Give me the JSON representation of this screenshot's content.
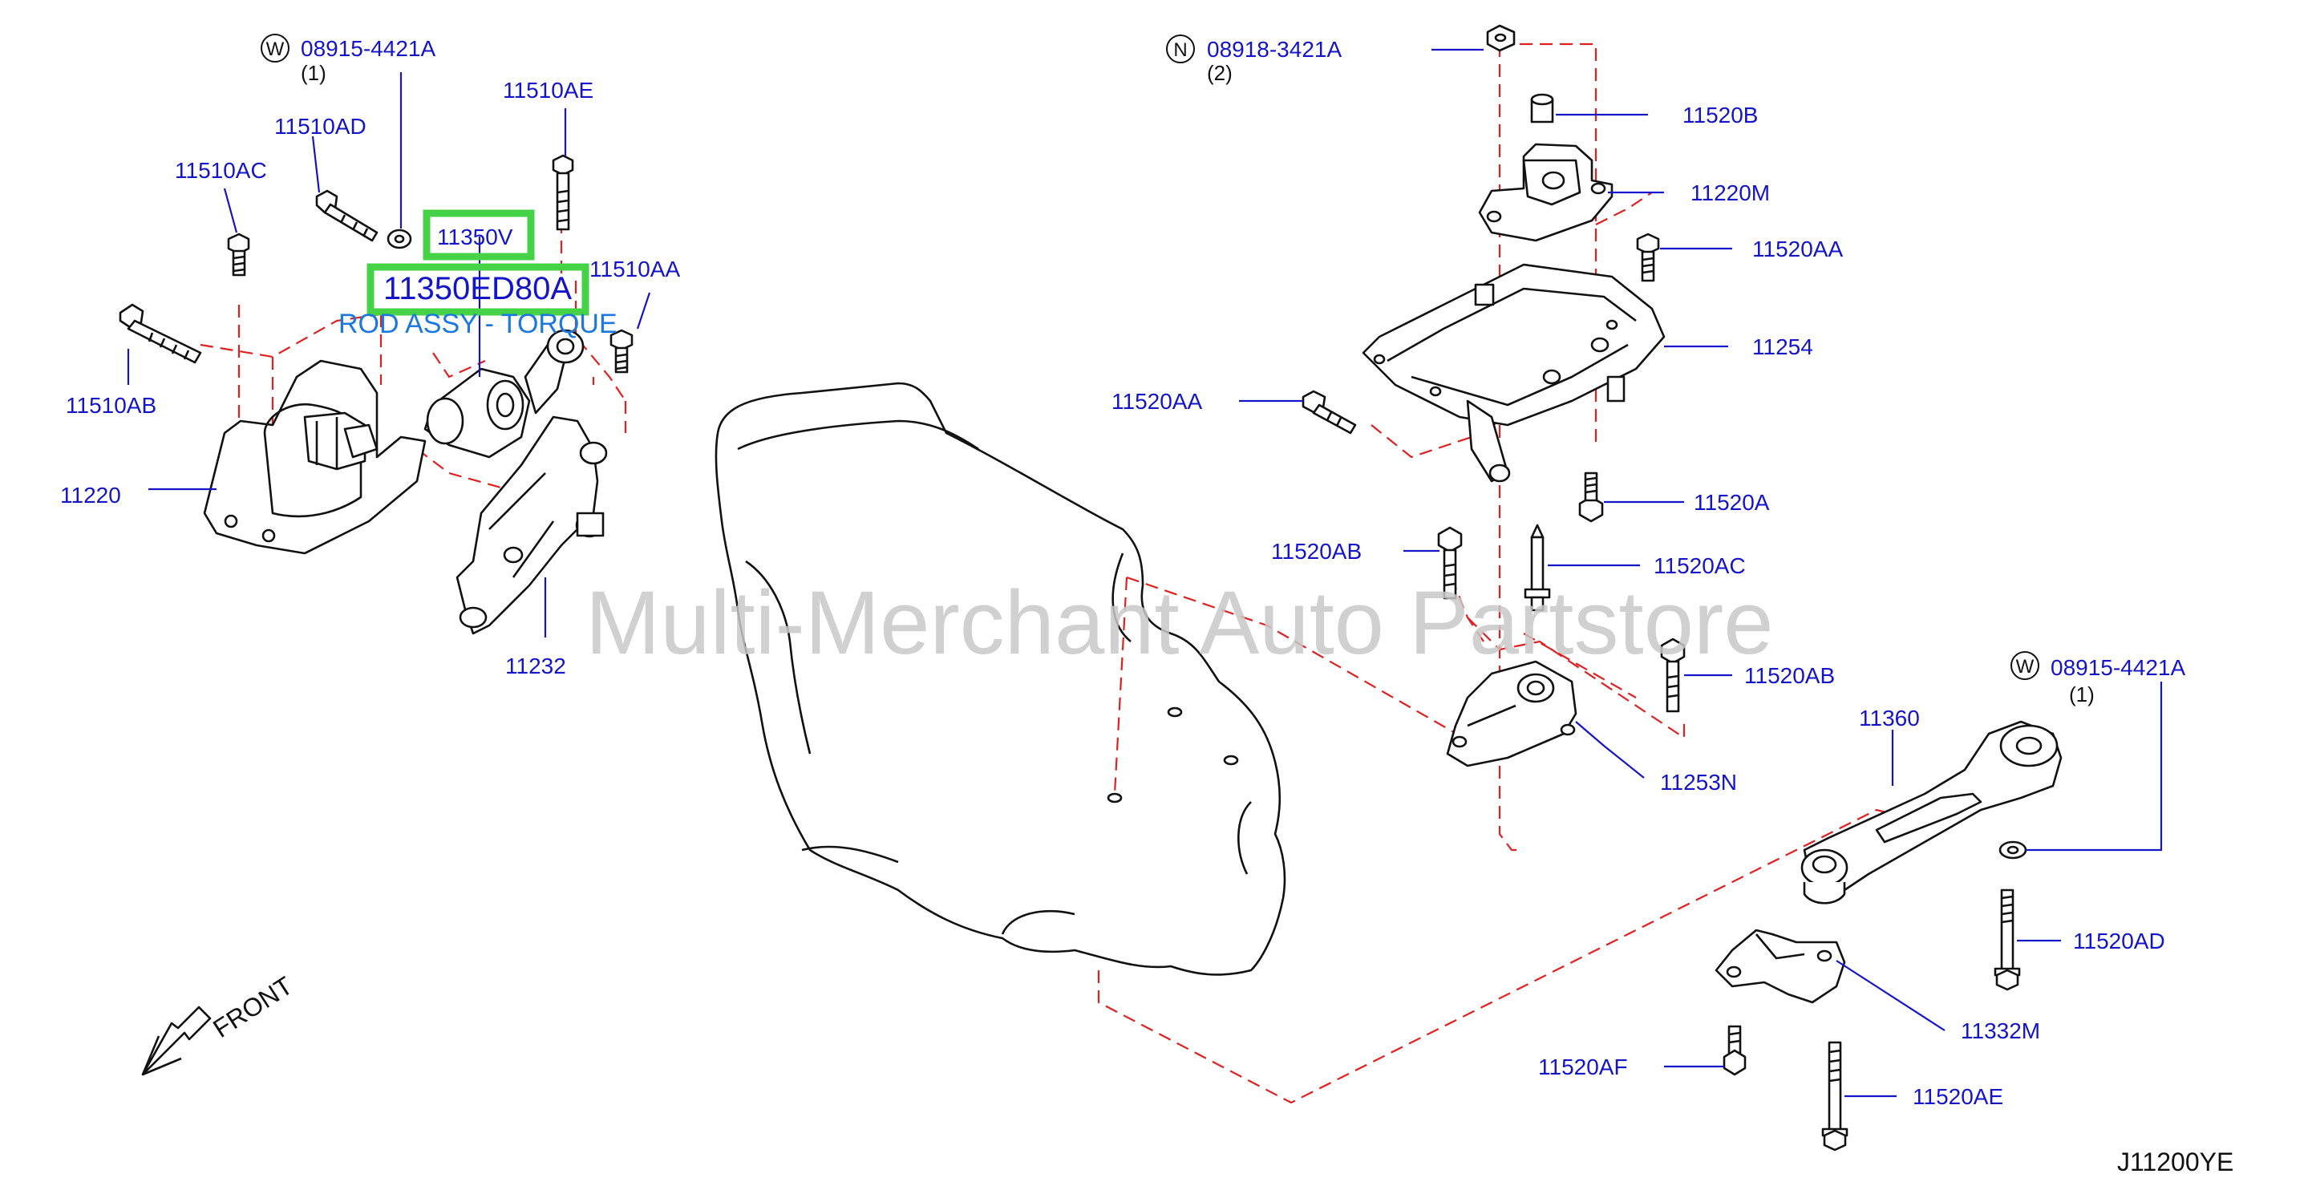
{
  "diagram": {
    "labels": {
      "w_top_left": "08915-4421A",
      "w_top_left_qty": "(1)",
      "l_11510ae": "11510AE",
      "l_11510ad": "11510AD",
      "l_11510ac": "11510AC",
      "l_11510aa": "11510AA",
      "l_11510ab": "11510AB",
      "l_11220": "11220",
      "l_11232": "11232",
      "n_top": "08918-3421A",
      "n_top_qty": "(2)",
      "l_11520b": "11520B",
      "l_11220m": "11220M",
      "l_11520aa_r": "11520AA",
      "l_11254": "11254",
      "l_11520aa_l": "11520AA",
      "l_11520a": "11520A",
      "l_11520ab_l": "11520AB",
      "l_11520ac": "11520AC",
      "l_11520ab_r": "11520AB",
      "l_11253n": "11253N",
      "w_right": "08915-4421A",
      "w_right_qty": "(1)",
      "l_11360": "11360",
      "l_11520ad": "11520AD",
      "l_11332m": "11332M",
      "l_11520af": "11520AF",
      "l_11520ae": "11520AE"
    },
    "symbols": {
      "w": "W",
      "n": "N"
    },
    "highlight": {
      "part_11350v": "11350V",
      "part_number": "11350ED80A",
      "description": "ROD ASSY - TORQUE"
    },
    "watermark": "Multi-Merchant Auto Partstore",
    "front_label": "FRONT",
    "diagram_code": "J11200YE"
  },
  "colors": {
    "label": "#1414c8",
    "dash": "#e02020",
    "highlight": "#46d246",
    "description": "#1a78e0"
  }
}
